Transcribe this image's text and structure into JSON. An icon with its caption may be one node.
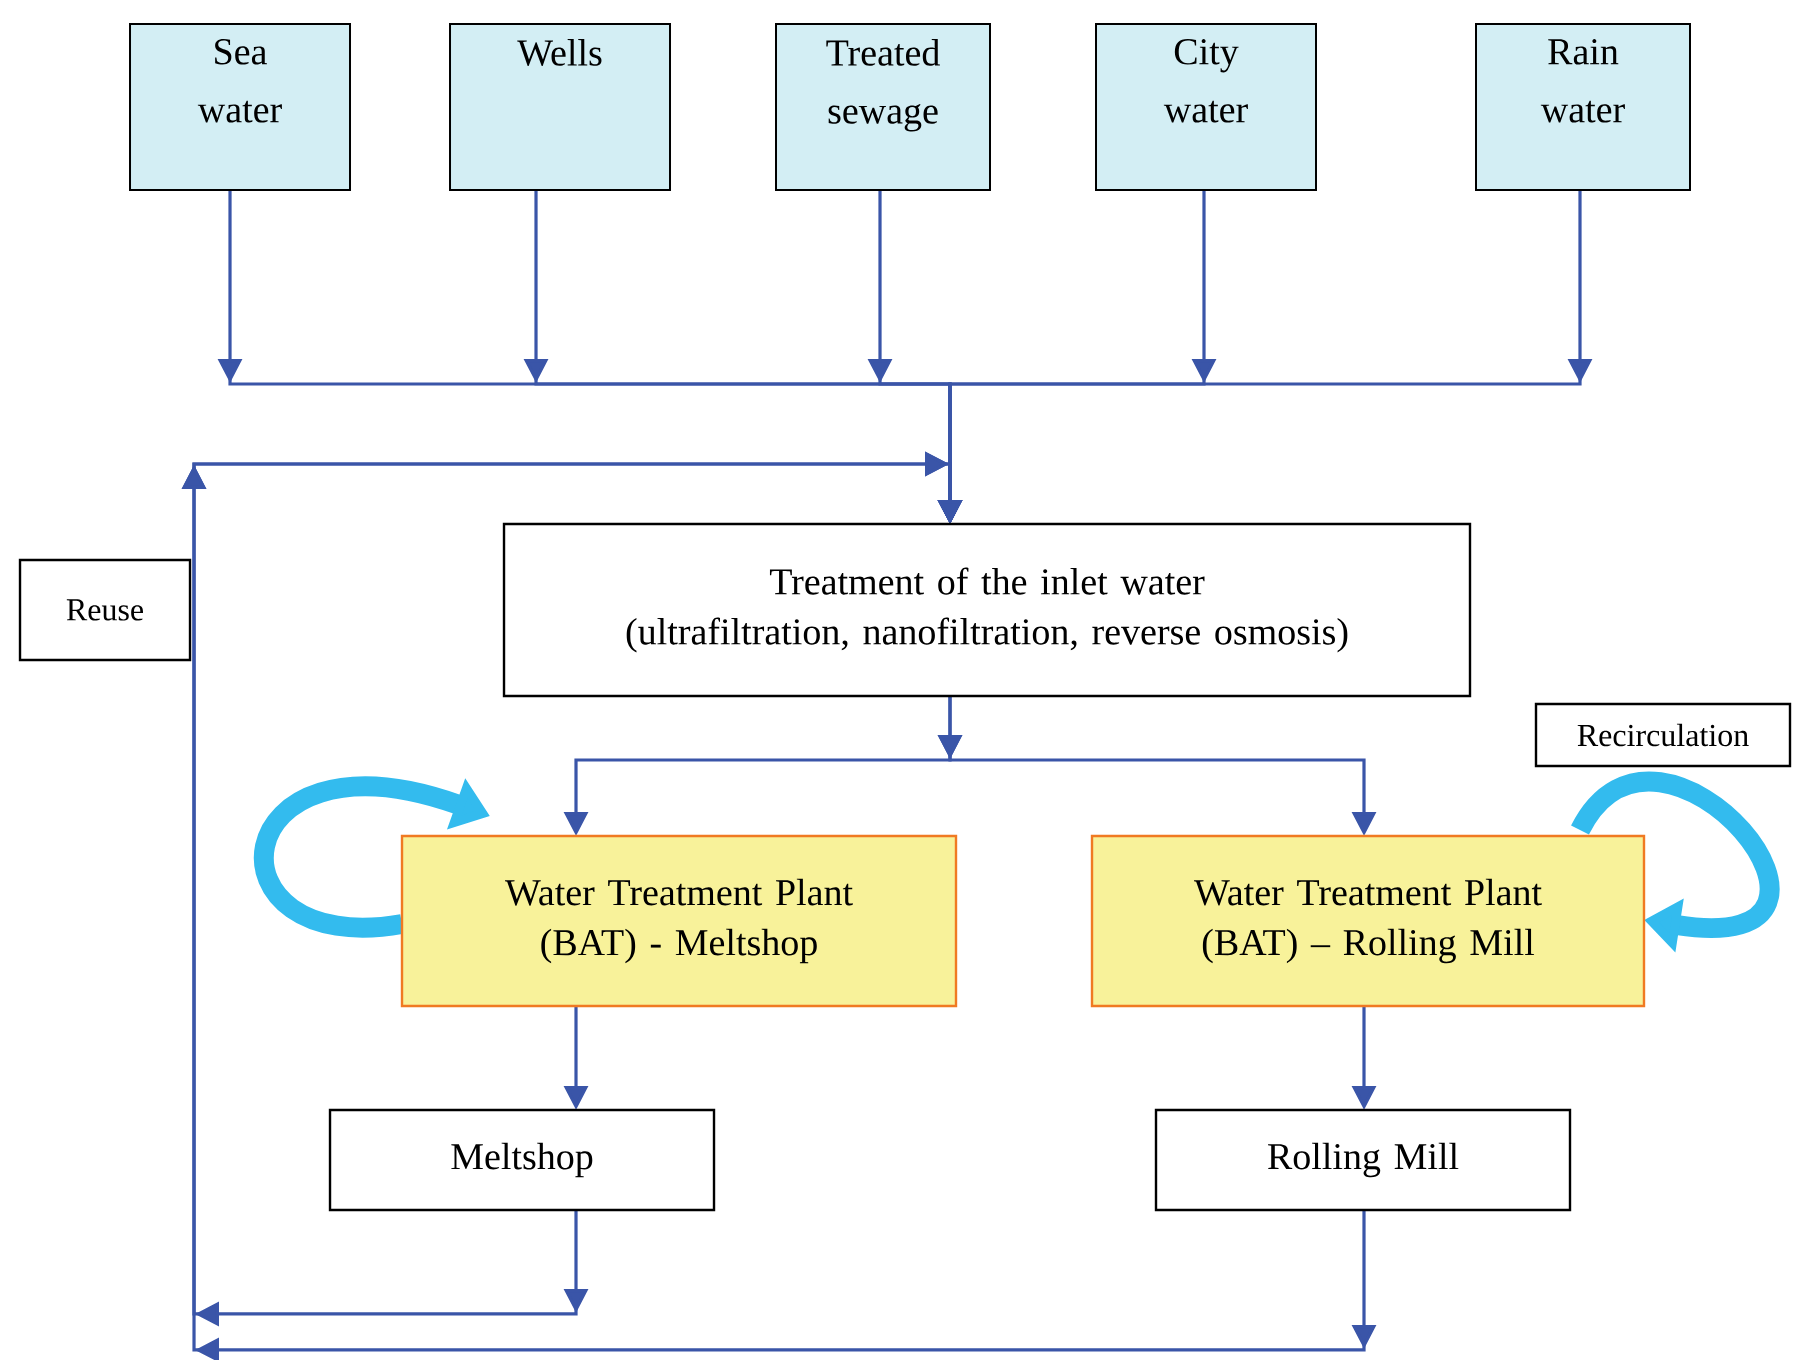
{
  "diagram": {
    "nodes": [
      {
        "text": [
          "Sea water"
        ]
      },
      {
        "text": [
          "Wells"
        ]
      },
      {
        "text": [
          "Treated sewage"
        ]
      },
      {
        "text": [
          "City water"
        ]
      },
      {
        "text": [
          "Rain water"
        ]
      },
      {
        "text": [
          "Treatment of the inlet water",
          "(ultrafiltration, nanofiltration, reverse osmosis)"
        ]
      },
      {
        "text": [
          "Water Treatment Plant (BAT) - Meltshop"
        ]
      },
      {
        "text": [
          "Water Treatment Plant (BAT) – Rolling Mill"
        ]
      },
      {
        "text": [
          "Meltshop"
        ]
      },
      {
        "text": [
          "Rolling Mill"
        ]
      },
      {
        "text": [
          "Reuse"
        ]
      },
      {
        "text": [
          "Recirculation"
        ]
      }
    ],
    "edges": [
      {
        "from": 0,
        "to": 5,
        "arrow": "to"
      },
      {
        "from": 1,
        "to": 5,
        "arrow": "to"
      },
      {
        "from": 2,
        "to": 5,
        "arrow": "to"
      },
      {
        "from": 3,
        "to": 5,
        "arrow": "to"
      },
      {
        "from": 4,
        "to": 5,
        "arrow": "to"
      },
      {
        "from": 5,
        "to": 6,
        "arrow": "to"
      },
      {
        "from": 5,
        "to": 7,
        "arrow": "to"
      },
      {
        "from": 6,
        "to": 8,
        "arrow": "to"
      },
      {
        "from": 7,
        "to": 9,
        "arrow": "to"
      },
      {
        "from": 8,
        "to": 5,
        "arrow": "to"
      },
      {
        "from": 9,
        "to": 5,
        "arrow": "to"
      },
      {
        "from": 6,
        "to": 6,
        "arrow": "to",
        "style": "thick",
        "color": "#33bbee"
      },
      {
        "from": 7,
        "to": 7,
        "arrow": "to",
        "style": "thick",
        "color": "#33bbee"
      }
    ]
  }
}
